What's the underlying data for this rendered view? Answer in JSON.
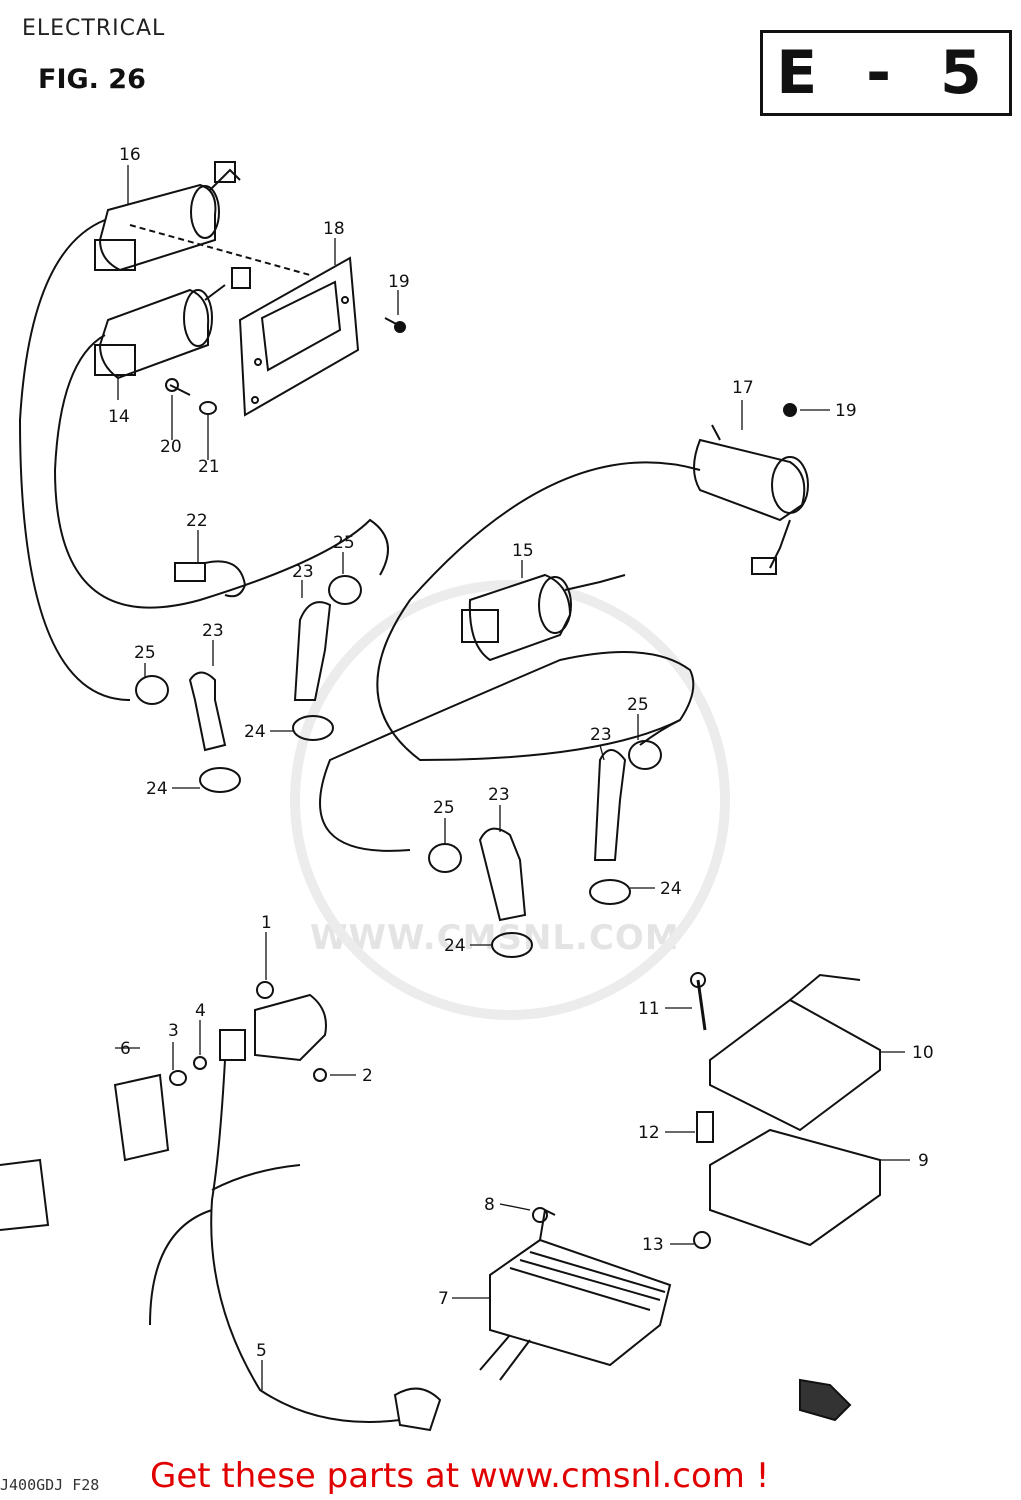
{
  "header": {
    "section_title": "ELECTRICAL",
    "figure_label": "FIG. 26",
    "page_code": "E - 5"
  },
  "callouts": [
    "1",
    "2",
    "3",
    "4",
    "5",
    "6",
    "7",
    "8",
    "9",
    "10",
    "11",
    "12",
    "13",
    "14",
    "15",
    "16",
    "17",
    "18",
    "19",
    "20",
    "21",
    "22",
    "23",
    "24",
    "25"
  ],
  "watermark": "WWW.CMSNL.COM",
  "footer": {
    "code": "J400GDJ F28",
    "cta": "Get these parts at www.cmsnl.com !"
  }
}
